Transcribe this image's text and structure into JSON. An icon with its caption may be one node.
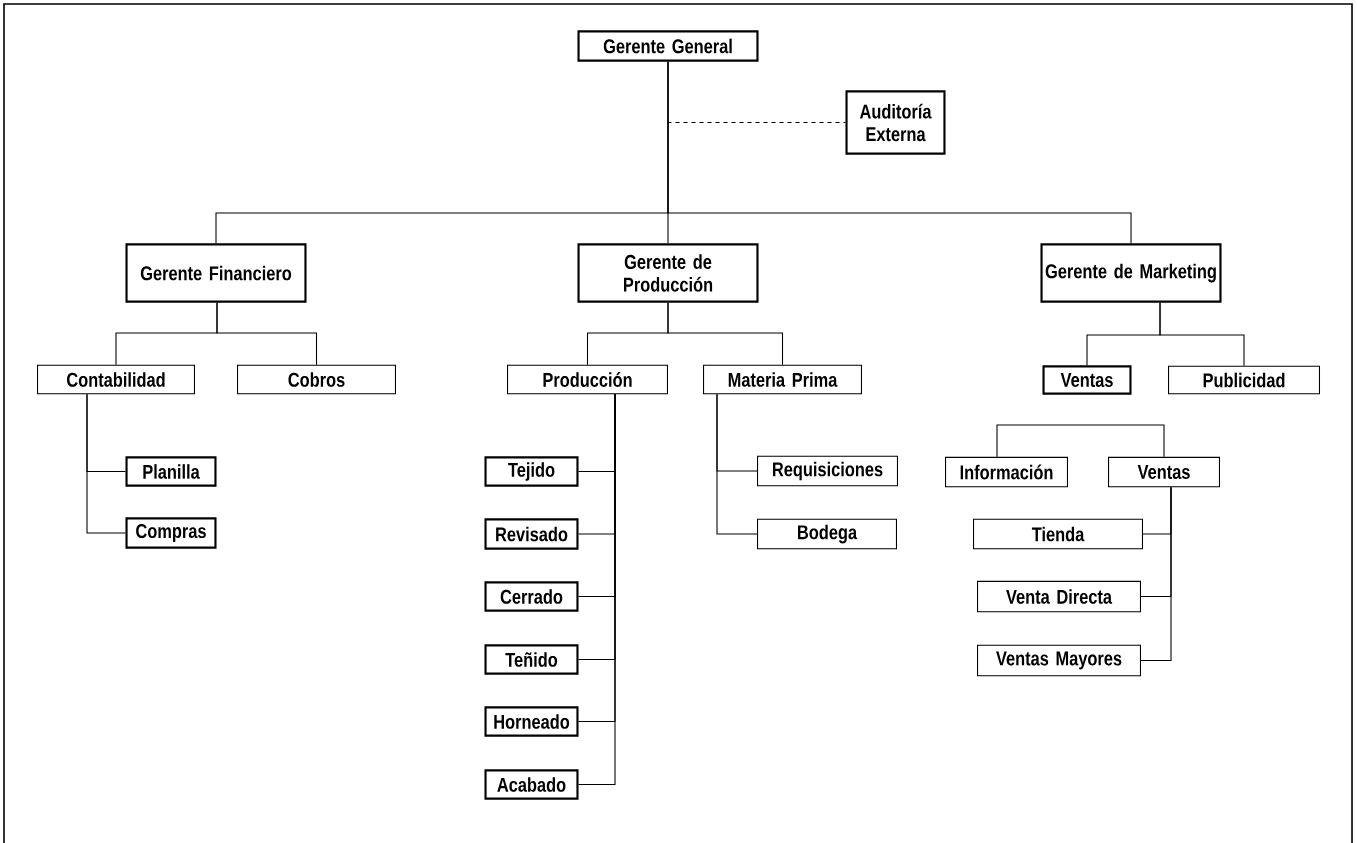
{
  "diagram": {
    "nodes": [
      {
        "text": [
          "Gerente General"
        ]
      },
      {
        "text": [
          "Auditoría Externa"
        ]
      },
      {
        "text": [
          "Gerente Financiero"
        ]
      },
      {
        "text": [
          "Gerente de Producción"
        ]
      },
      {
        "text": [
          "Gerente de Marketing"
        ]
      },
      {
        "text": [
          "Contabilidad"
        ]
      },
      {
        "text": [
          "Cobros"
        ]
      },
      {
        "text": [
          "Planilla"
        ]
      },
      {
        "text": [
          "Compras"
        ]
      },
      {
        "text": [
          "Producción"
        ]
      },
      {
        "text": [
          "Materia Prima"
        ]
      },
      {
        "text": [
          "Tejido"
        ]
      },
      {
        "text": [
          "Revisado"
        ]
      },
      {
        "text": [
          "Cerrado"
        ]
      },
      {
        "text": [
          "Teñido"
        ]
      },
      {
        "text": [
          "Horneado"
        ]
      },
      {
        "text": [
          "Acabado"
        ]
      },
      {
        "text": [
          "Requisiciones"
        ]
      },
      {
        "text": [
          "Bodega"
        ]
      },
      {
        "text": [
          "Ventas"
        ]
      },
      {
        "text": [
          "Publicidad"
        ]
      },
      {
        "text": [
          "Información"
        ]
      },
      {
        "text": [
          "Ventas"
        ]
      },
      {
        "text": [
          "Tienda"
        ]
      },
      {
        "text": [
          "Venta Directa"
        ]
      },
      {
        "text": [
          "Ventas Mayores"
        ]
      }
    ],
    "edges": [
      {
        "from": 0,
        "to": 1,
        "arrow": "none",
        "style": "dashed"
      },
      {
        "from": 0,
        "to": 2,
        "arrow": "none"
      },
      {
        "from": 0,
        "to": 3,
        "arrow": "none"
      },
      {
        "from": 0,
        "to": 4,
        "arrow": "none"
      },
      {
        "from": 2,
        "to": 5,
        "arrow": "none"
      },
      {
        "from": 2,
        "to": 6,
        "arrow": "none"
      },
      {
        "from": 5,
        "to": 7,
        "arrow": "none"
      },
      {
        "from": 5,
        "to": 8,
        "arrow": "none"
      },
      {
        "from": 3,
        "to": 9,
        "arrow": "none"
      },
      {
        "from": 3,
        "to": 10,
        "arrow": "none"
      },
      {
        "from": 9,
        "to": 11,
        "arrow": "none"
      },
      {
        "from": 9,
        "to": 12,
        "arrow": "none"
      },
      {
        "from": 9,
        "to": 13,
        "arrow": "none"
      },
      {
        "from": 9,
        "to": 14,
        "arrow": "none"
      },
      {
        "from": 9,
        "to": 15,
        "arrow": "none"
      },
      {
        "from": 9,
        "to": 16,
        "arrow": "none"
      },
      {
        "from": 10,
        "to": 17,
        "arrow": "none"
      },
      {
        "from": 10,
        "to": 18,
        "arrow": "none"
      },
      {
        "from": 4,
        "to": 19,
        "arrow": "none"
      },
      {
        "from": 4,
        "to": 20,
        "arrow": "none"
      },
      {
        "from": 21,
        "to": 22,
        "arrow": "none"
      },
      {
        "from": 22,
        "to": 23,
        "arrow": "none"
      },
      {
        "from": 22,
        "to": 24,
        "arrow": "none"
      },
      {
        "from": 22,
        "to": 25,
        "arrow": "none"
      }
    ]
  }
}
